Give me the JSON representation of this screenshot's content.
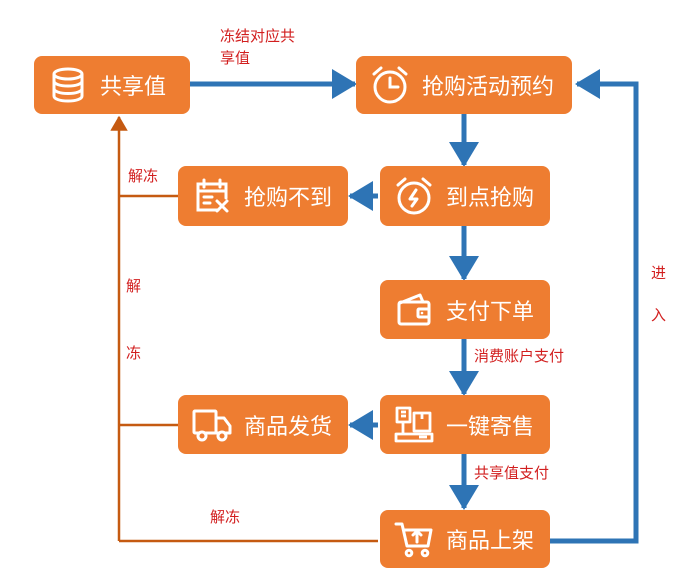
{
  "nodes": {
    "shared_value": "共享值",
    "flash_sale_reservation": "抢购活动预约",
    "on_time_purchase": "到点抢购",
    "purchase_failed": "抢购不到",
    "pay_and_order": "支付下单",
    "one_click_consign": "一键寄售",
    "ship_goods": "商品发货",
    "goods_listed": "商品上架"
  },
  "edge_labels": {
    "freeze_line1": "冻结对应共",
    "freeze_line2": "享值",
    "unfreeze_top": "解冻",
    "unfreeze_mid_1": "解",
    "unfreeze_mid_2": "冻",
    "unfreeze_bottom": "解冻",
    "consume_account_pay": "消费账户支付",
    "shared_value_pay": "共享值支付",
    "enter_1": "进",
    "enter_2": "入"
  },
  "colors": {
    "node_fill": "#ee7d31",
    "blue_arrow": "#2e74b5",
    "orange_line": "#c55a11",
    "label_red": "#d21f1f"
  }
}
